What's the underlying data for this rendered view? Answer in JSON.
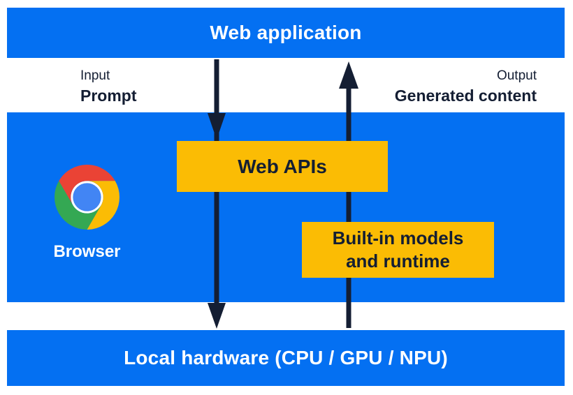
{
  "colors": {
    "blue": "#0470f2",
    "yellow": "#fbbc04",
    "navy": "#141e33",
    "chrome_red": "#ea4335",
    "chrome_yellow": "#fbbc05",
    "chrome_green": "#34a853",
    "chrome_blue": "#4285f4"
  },
  "bands": {
    "web_application": {
      "label": "Web application"
    },
    "local_hardware": {
      "label": "Local hardware (CPU / GPU / NPU)"
    }
  },
  "io": {
    "input_title": "Input",
    "input_value": "Prompt",
    "output_title": "Output",
    "output_value": "Generated content"
  },
  "browser": {
    "label": "Browser",
    "icon": "chrome-logo-icon"
  },
  "boxes": {
    "web_apis": {
      "label": "Web APIs"
    },
    "builtin_models": {
      "line1": "Built-in models",
      "line2": "and runtime"
    }
  },
  "arrows": {
    "down": "prompt-flow-down-arrow",
    "up": "generated-content-flow-up-arrow"
  }
}
